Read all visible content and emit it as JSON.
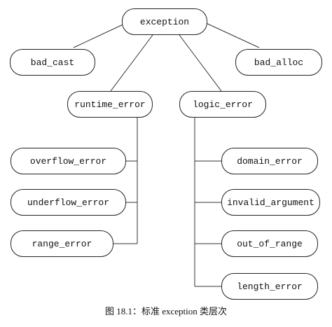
{
  "nodes": {
    "exception": "exception",
    "bad_cast": "bad_cast",
    "bad_alloc": "bad_alloc",
    "runtime_error": "runtime_error",
    "logic_error": "logic_error",
    "overflow_error": "overflow_error",
    "underflow_error": "underflow_error",
    "range_error": "range_error",
    "domain_error": "domain_error",
    "invalid_argument": "invalid_argument",
    "out_of_range": "out_of_range",
    "length_error": "length_error"
  },
  "caption": "图 18.1：标准 exception 类层次"
}
